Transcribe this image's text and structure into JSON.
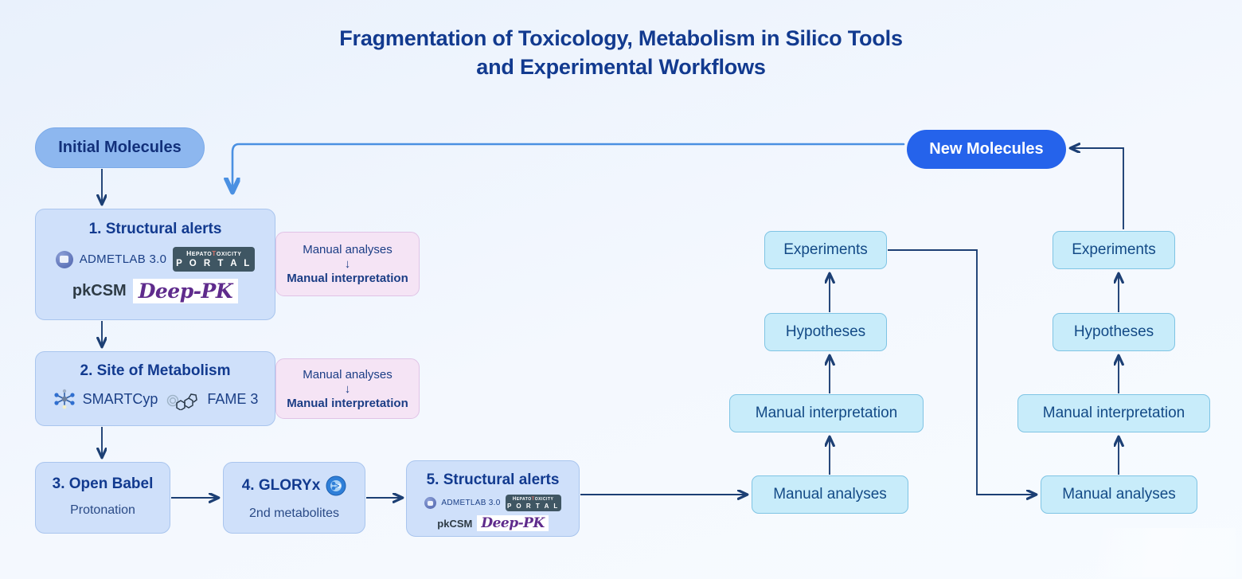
{
  "title": {
    "line1": "Fragmentation of Toxicology, Metabolism in Silico Tools",
    "line2": "and Experimental Workflows"
  },
  "colors": {
    "background_start": "#e9f1fc",
    "background_end": "#f7fbff",
    "title_text": "#123a8f",
    "initial_pill": "#8db7ef",
    "new_pill": "#2563eb",
    "process_box": "#cfe0fa",
    "manual_panel": "#f5e4f5",
    "cyan_box": "#c8ecfa",
    "arrow_dark": "#1c3f74",
    "arrow_light": "#4a90e2",
    "deep_pk_purple": "#5f2b8c",
    "hepatotox_badge": "#3f5663"
  },
  "nodes": {
    "initial_molecules": "Initial Molecules",
    "new_molecules": "New Molecules"
  },
  "steps": [
    {
      "id": "step-1",
      "title": "1. Structural alerts",
      "tools": [
        "ADMETLAB 3.0",
        "HEPATOTOXICITY PORTAL",
        "pkCSM",
        "Deep-PK"
      ]
    },
    {
      "id": "step-2",
      "title": "2. Site of Metabolism",
      "tools": [
        "SMARTCyp",
        "FAME 3"
      ]
    },
    {
      "id": "step-3",
      "title": "3. Open Babel",
      "subtitle": "Protonation"
    },
    {
      "id": "step-4",
      "title": "4. GLORYx",
      "subtitle": "2nd metabolites"
    },
    {
      "id": "step-5",
      "title": "5. Structural alerts",
      "tools": [
        "ADMETLAB 3.0",
        "HEPATOTOXICITY PORTAL",
        "pkCSM",
        "Deep-PK"
      ]
    }
  ],
  "logos": {
    "admetlab": "ADMETLAB 3.0",
    "hepatotox_line1_pre": "H",
    "hepatotox_line1": "EPATO",
    "hepatotox_line1_t": "T",
    "hepatotox_line1_post": "OXICITY",
    "hepatotox_line2": "P O R T A L",
    "pkcsm": "pkCSM",
    "deeppk": "Deep-PK",
    "smartcyp": "SMARTCyp",
    "fame3": "FAME 3"
  },
  "manual_panels": [
    {
      "analyses": "Manual analyses",
      "interpretation": "Manual interpretation",
      "arrow": "↓"
    },
    {
      "analyses": "Manual analyses",
      "interpretation": "Manual interpretation",
      "arrow": "↓"
    }
  ],
  "workflow_columns": [
    {
      "id": "middle-workflow",
      "steps": [
        "Manual analyses",
        "Manual interpretation",
        "Hypotheses",
        "Experiments"
      ]
    },
    {
      "id": "right-workflow",
      "steps": [
        "Manual analyses",
        "Manual interpretation",
        "Hypotheses",
        "Experiments"
      ]
    }
  ]
}
